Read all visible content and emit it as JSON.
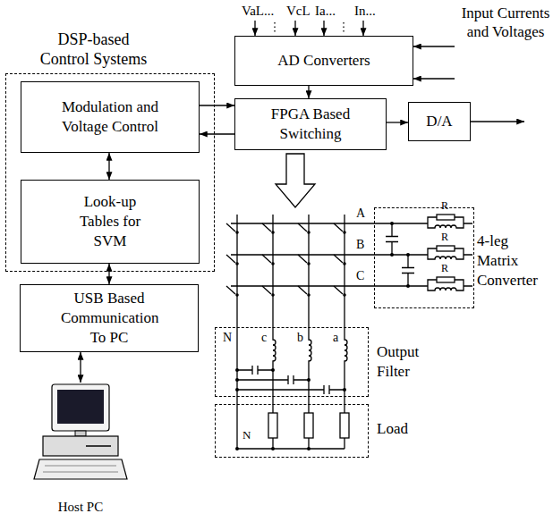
{
  "diagram": {
    "nodes": [
      {
        "text": [
          "DSP-based Control Systems"
        ]
      },
      {
        "text": [
          "Modulation and Voltage Control"
        ],
        "in": 0
      },
      {
        "text": [
          "Look-up Tables for SVM"
        ],
        "in": 0
      },
      {
        "text": [
          "USB Based Communication To PC"
        ]
      },
      {
        "text": [
          "Host PC"
        ]
      },
      {
        "text": [
          "AD Converters"
        ]
      },
      {
        "text": [
          "FPGA Based Switching"
        ]
      },
      {
        "text": [
          "D/A"
        ]
      },
      {
        "text": [
          "4-leg Matrix Converter"
        ]
      },
      {
        "text": [
          "Output Filter"
        ]
      },
      {
        "text": [
          "Load"
        ]
      }
    ],
    "edges": [
      {
        "from": 5,
        "to": 6,
        "arrow": "to"
      },
      {
        "from": 1,
        "to": 6,
        "arrow": "to"
      },
      {
        "from": 6,
        "to": 1,
        "arrow": "to"
      },
      {
        "from": 6,
        "to": 7,
        "arrow": "to"
      },
      {
        "from": 1,
        "to": 2,
        "arrow": "both"
      },
      {
        "from": 2,
        "to": 3,
        "arrow": "both"
      },
      {
        "from": 3,
        "to": 4,
        "arrow": "both"
      }
    ],
    "labels": [
      "VaL...",
      "VcL",
      "Ia...",
      "In...",
      "Input Currents and Voltages",
      "A",
      "B",
      "C",
      "R",
      "R",
      "R",
      "N",
      "c",
      "b",
      "a",
      "N"
    ]
  }
}
